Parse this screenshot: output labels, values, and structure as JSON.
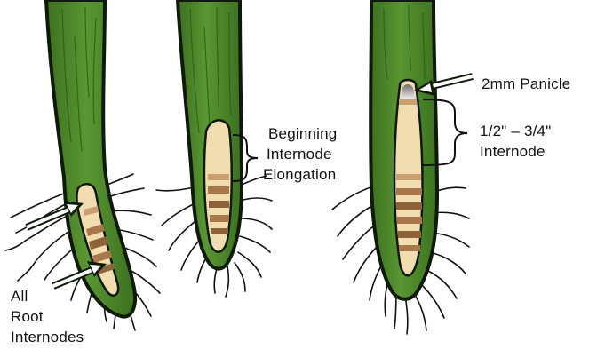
{
  "labels": {
    "all_root": [
      "All",
      "Root",
      "Internodes"
    ],
    "beginning": [
      "Beginning",
      "Internode",
      "Elongation"
    ],
    "panicle": "2mm Panicle",
    "internode_len": [
      "1/2\" – 3/4\"",
      "Internode"
    ]
  },
  "colors": {
    "stem": "#4e8a2c",
    "stem_shade": "#3a6e1f",
    "stem_highlight": "#6ea63f",
    "outline": "#0f1a08",
    "internode_light": "#f2ddb0",
    "internode_dark": "#a9784a",
    "panicle": "#8a8a8a"
  }
}
